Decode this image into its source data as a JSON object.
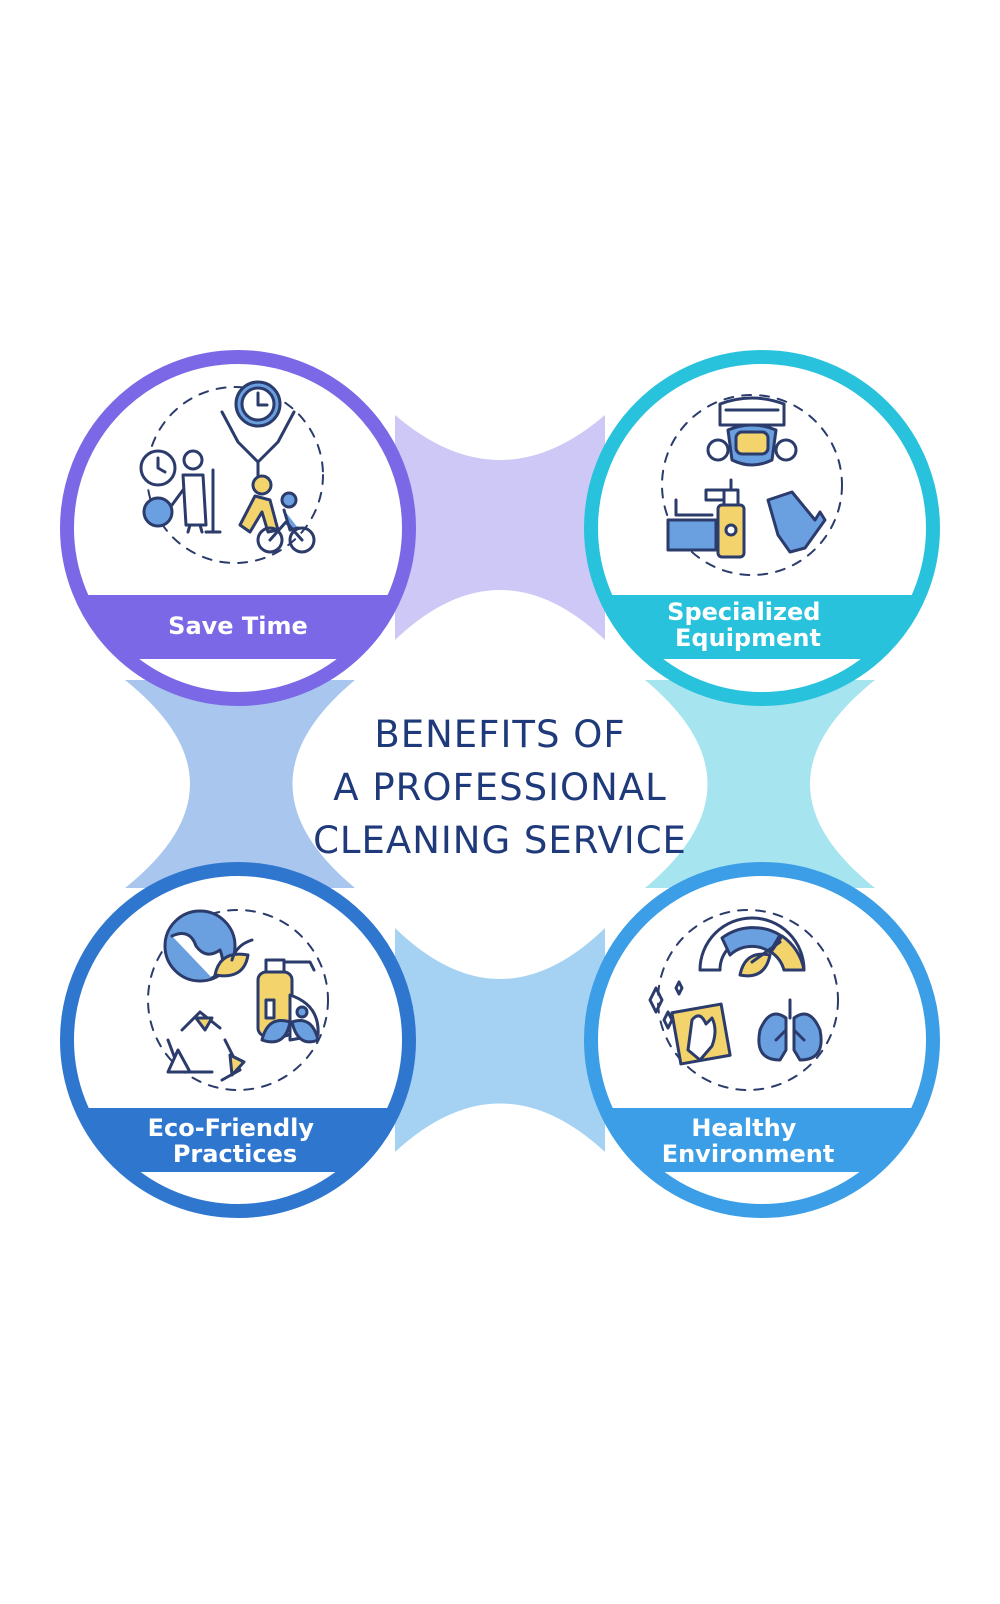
{
  "title": {
    "lines": [
      "BENEFITS OF",
      "A PROFESSIONAL",
      "CLEANING SERVICE"
    ]
  },
  "colors": {
    "title": "#1f3a7a",
    "save_time": "#7b68e6",
    "specialized_equipment": "#29c2dc",
    "eco_friendly": "#2f76cf",
    "healthy_environment": "#3b9ee6",
    "bridge_top": "#cdc8f5",
    "bridge_left": "#a9c6ef",
    "bridge_right": "#a6e4ef",
    "bridge_bottom": "#a5d2f3",
    "accent_yellow": "#f3d36b",
    "accent_blue": "#6a9fe0",
    "line": "#2b3b6b"
  },
  "benefits": [
    {
      "id": "save-time",
      "label_lines": [
        "Save Time"
      ],
      "icon": "save-time-icon",
      "color": "#7b68e6"
    },
    {
      "id": "specialized-equipment",
      "label_lines": [
        "Specialized",
        "Equipment"
      ],
      "icon": "specialized-equipment-icon",
      "color": "#29c2dc"
    },
    {
      "id": "eco-friendly-practices",
      "label_lines": [
        "Eco-Friendly",
        "Practices"
      ],
      "icon": "eco-friendly-practices-icon",
      "color": "#2f76cf"
    },
    {
      "id": "healthy-environment",
      "label_lines": [
        "Healthy",
        "Environment"
      ],
      "icon": "healthy-environment-icon",
      "color": "#3b9ee6"
    }
  ]
}
